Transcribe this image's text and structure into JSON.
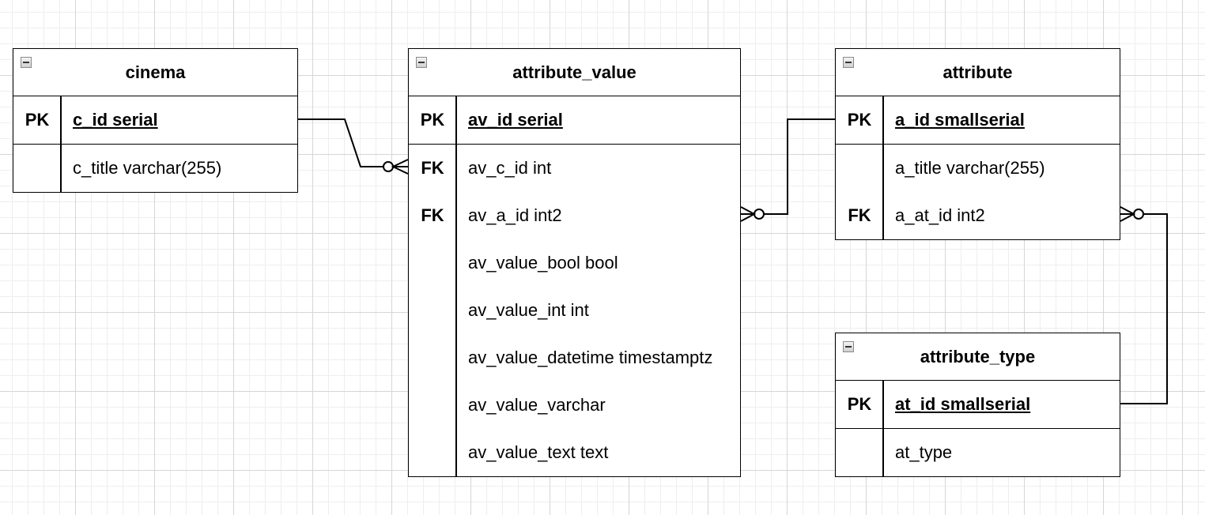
{
  "entities": {
    "cinema": {
      "name": "cinema",
      "pk": {
        "key": "PK",
        "field": "c_id serial"
      },
      "rows": [
        {
          "key": "",
          "field": "c_title varchar(255)"
        }
      ]
    },
    "attribute_value": {
      "name": "attribute_value",
      "pk": {
        "key": "PK",
        "field": "av_id serial"
      },
      "rows": [
        {
          "key": "FK",
          "field": "av_c_id int"
        },
        {
          "key": "FK",
          "field": "av_a_id int2"
        },
        {
          "key": "",
          "field": "av_value_bool bool"
        },
        {
          "key": "",
          "field": "av_value_int int"
        },
        {
          "key": "",
          "field": "av_value_datetime timestamptz"
        },
        {
          "key": "",
          "field": "av_value_varchar"
        },
        {
          "key": "",
          "field": "av_value_text text"
        }
      ]
    },
    "attribute": {
      "name": "attribute",
      "pk": {
        "key": "PK",
        "field": "a_id smallserial"
      },
      "rows": [
        {
          "key": "",
          "field": "a_title varchar(255)"
        },
        {
          "key": "FK",
          "field": "a_at_id int2"
        }
      ]
    },
    "attribute_type": {
      "name": "attribute_type",
      "pk": {
        "key": "PK",
        "field": "at_id smallserial"
      },
      "rows": [
        {
          "key": "",
          "field": "at_type"
        }
      ]
    }
  },
  "relationships": [
    {
      "from": "cinema.c_id",
      "to": "attribute_value.av_c_id",
      "cardinality": "one-to-zero-or-many"
    },
    {
      "from": "attribute.a_id",
      "to": "attribute_value.av_a_id",
      "cardinality": "one-to-zero-or-many"
    },
    {
      "from": "attribute_type.at_id",
      "to": "attribute.a_at_id",
      "cardinality": "one-to-zero-or-many"
    }
  ],
  "colors": {
    "line": "#000000",
    "grid_major": "#d6d6d6",
    "grid_minor": "#eeeeee",
    "background": "#ffffff"
  }
}
